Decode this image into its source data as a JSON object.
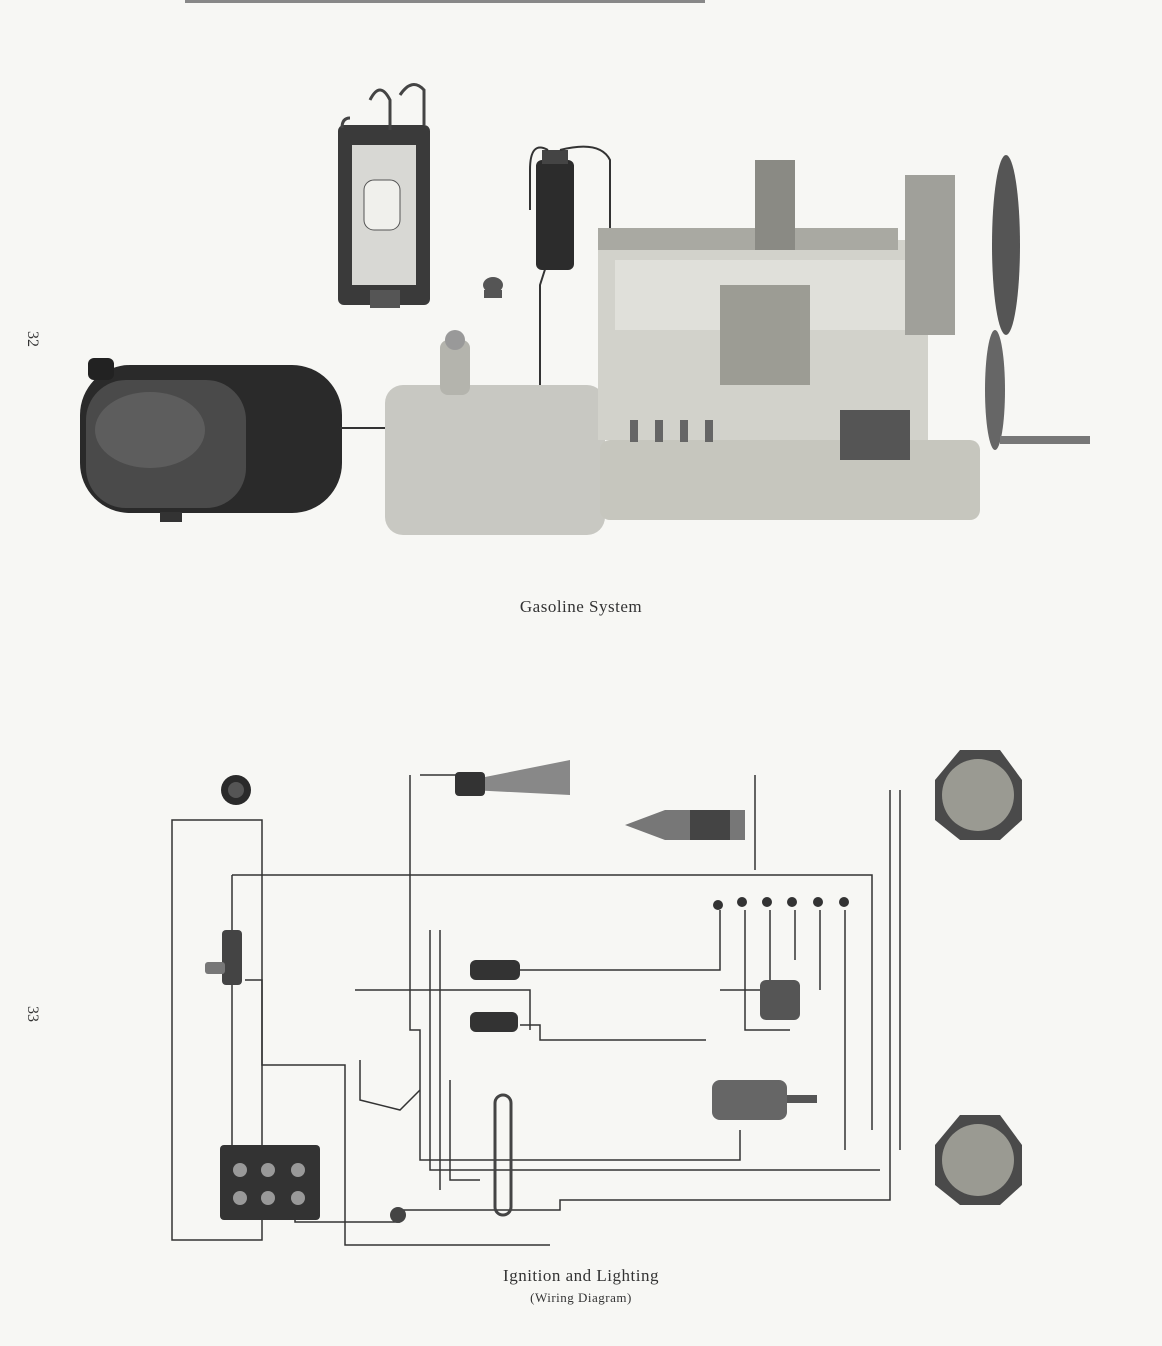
{
  "page": {
    "page_numbers": [
      "32",
      "33"
    ],
    "figure_gasoline": {
      "caption": "Gasoline System"
    },
    "figure_wiring": {
      "caption": "Ignition and Lighting",
      "subcaption": "(Wiring Diagram)"
    }
  }
}
